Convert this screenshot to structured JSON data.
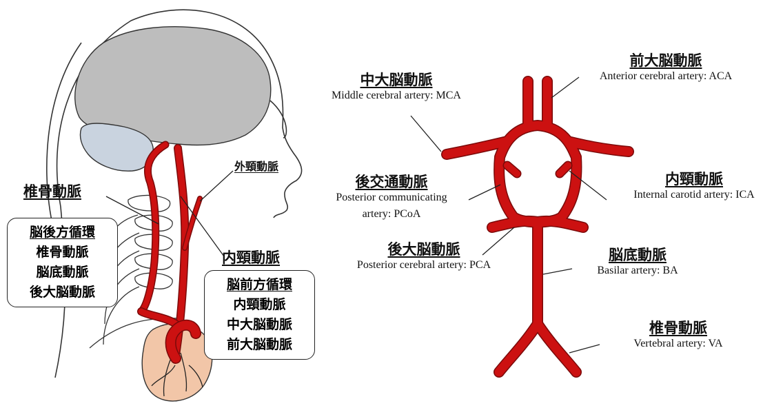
{
  "left": {
    "external_carotid": "外頸動脈",
    "vertebral": "椎骨動脈",
    "internal_carotid": "内頸動脈",
    "posterior_box": {
      "title": "脳後方循環",
      "items": [
        "椎骨動脈",
        "脳底動脈",
        "後大脳動脈"
      ]
    },
    "anterior_box": {
      "title": "脳前方循環",
      "items": [
        "内頸動脈",
        "中大脳動脈",
        "前大脳動脈"
      ]
    }
  },
  "right": {
    "aca": {
      "jp": "前大脳動脈",
      "en": "Anterior cerebral artery: ACA"
    },
    "mca": {
      "jp": "中大脳動脈",
      "en": "Middle cerebral artery: MCA"
    },
    "pcoa": {
      "jp": "後交通動脈",
      "en1": "Posterior communicating",
      "en2": "artery: PCoA"
    },
    "ica": {
      "jp": "内頸動脈",
      "en": "Internal carotid artery: ICA"
    },
    "pca": {
      "jp": "後大脳動脈",
      "en": "Posterior cerebral artery: PCA"
    },
    "ba": {
      "jp": "脳底動脈",
      "en": "Basilar artery: BA"
    },
    "va": {
      "jp": "椎骨動脈",
      "en": "Vertebral artery: VA"
    }
  },
  "colors": {
    "artery": "#cc1111",
    "artery_dark": "#7a0a0a",
    "brain": "#bdbdbd",
    "cerebellum": "#c9d3df",
    "heart": "#f2c6a8"
  }
}
